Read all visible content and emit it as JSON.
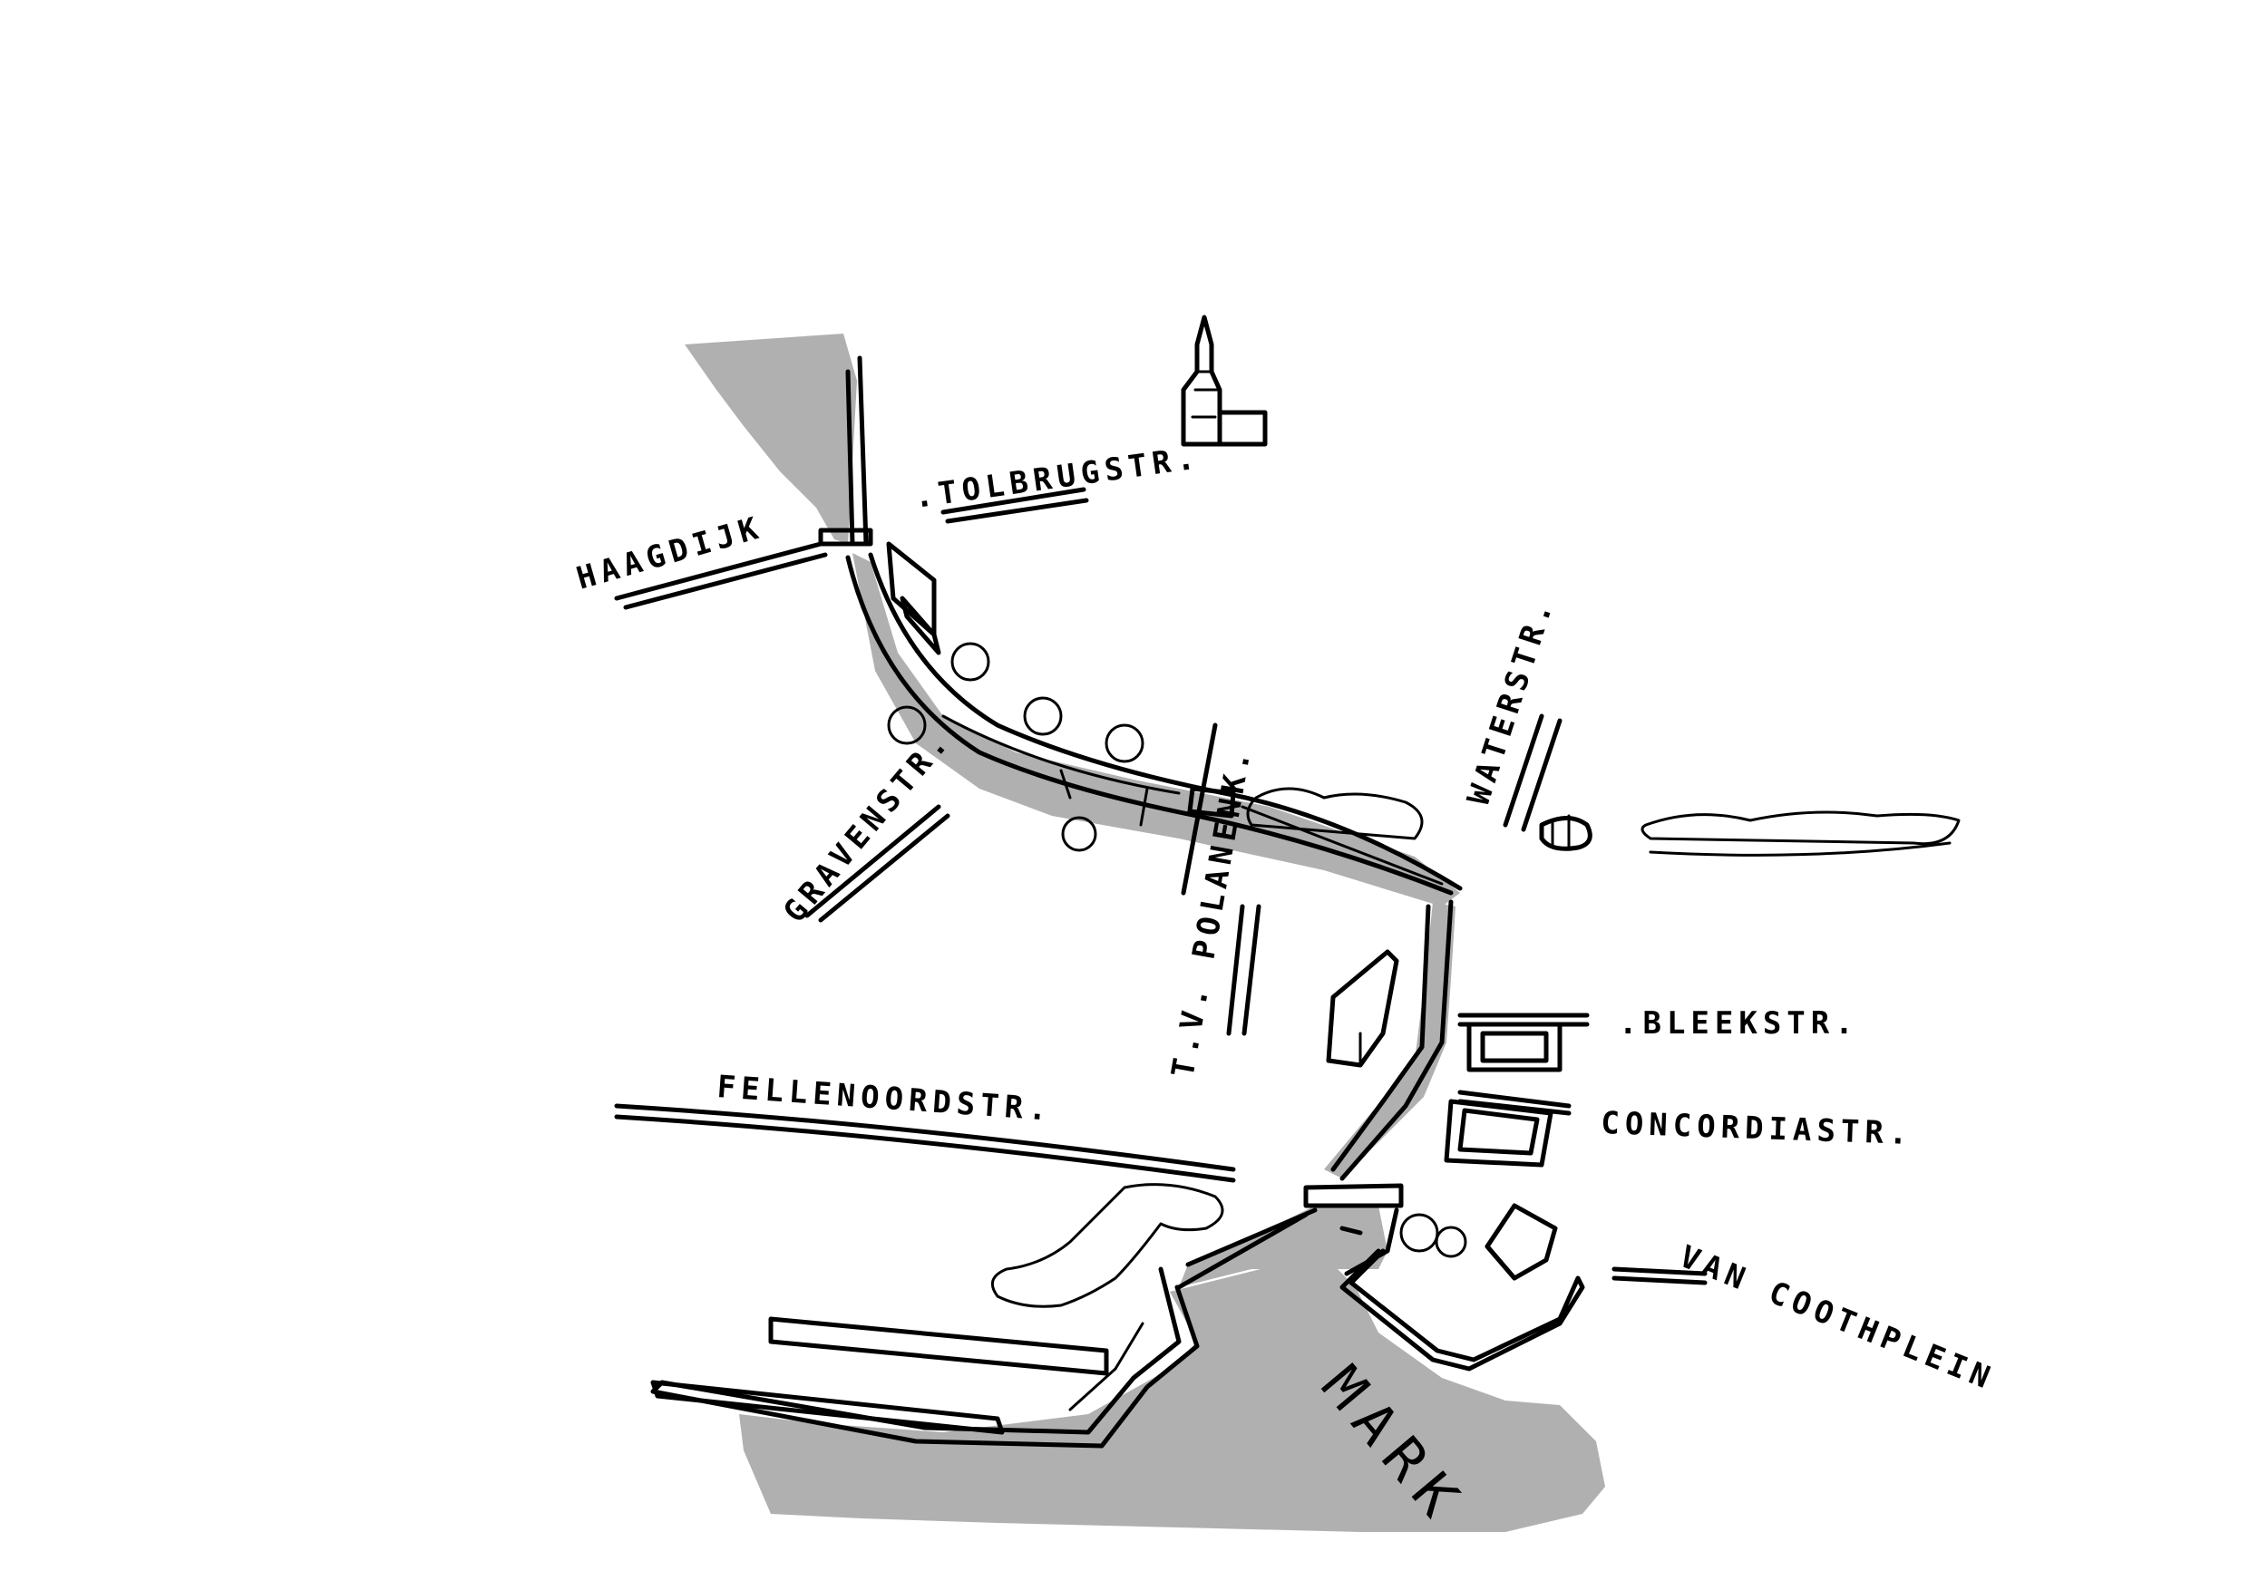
{
  "map": {
    "streets": {
      "hagdijk": "HAAGDIJK",
      "tolbrugstr": ".TOLBRUGSTR.",
      "gravenstr": "GRAVENSTR.",
      "tvpolanenk": "T.V. POLANENK.",
      "waterstr": "WATERSTR.",
      "bleekstr": ".BLEEKSTR.",
      "concordiastr": "CONCORDIASTR.",
      "fellenoordstr": "FELLENOORDSTR.",
      "vancoothplein": "VAN COOTHPLEIN"
    },
    "water": {
      "river": "MARK"
    },
    "colors": {
      "ink": "#000000",
      "water": "#b0b0b0",
      "paper": "#ffffff"
    }
  }
}
